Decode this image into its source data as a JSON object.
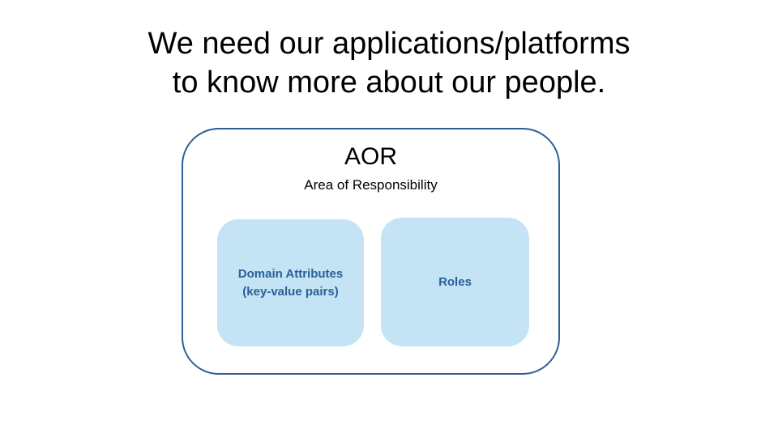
{
  "title": {
    "line1": "We need our applications/platforms",
    "line2": "to know more about our people."
  },
  "aor": {
    "title": "AOR",
    "subtitle": "Area of Responsibility",
    "boxes": [
      {
        "line1": "Domain Attributes",
        "line2": "(key-value pairs)"
      },
      {
        "line1": "Roles"
      }
    ]
  },
  "colors": {
    "container_border": "#2e5f95",
    "box_fill": "#c4e4f5",
    "box_text": "#2a5f96"
  }
}
